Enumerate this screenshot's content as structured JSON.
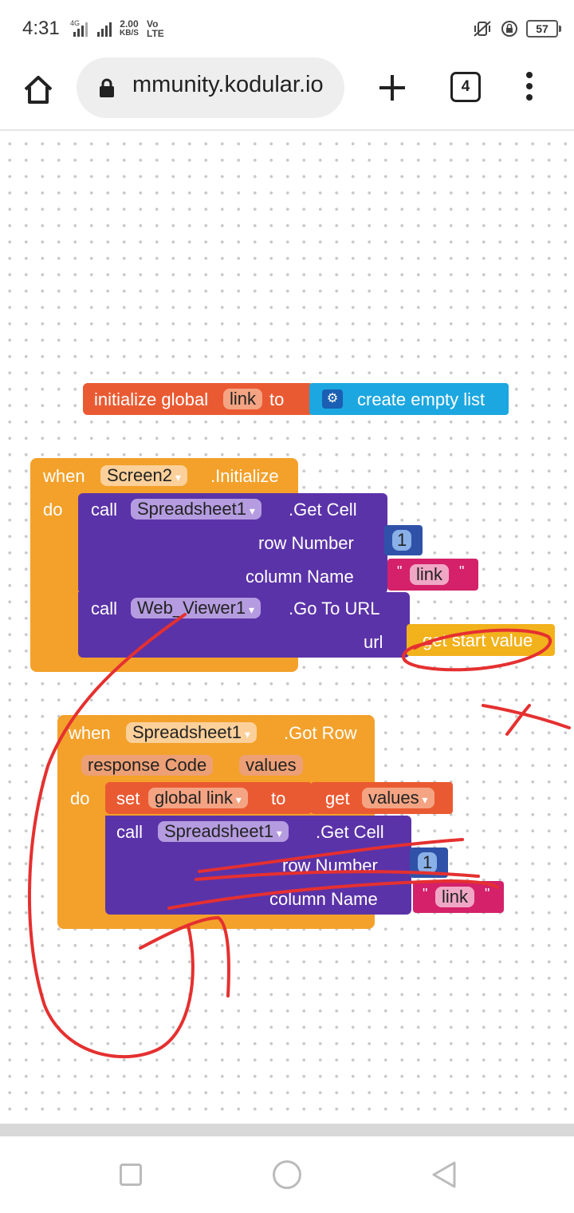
{
  "status_bar": {
    "time": "4:31",
    "network_type": "4G",
    "speed_value": "2.00",
    "speed_unit": "KB/S",
    "volte_line1": "Vo",
    "volte_line2": "LTE",
    "battery_level": "57"
  },
  "browser": {
    "url": "mmunity.kodular.io",
    "tab_count": "4"
  },
  "blocks": {
    "init_global": {
      "keyword": "initialize global",
      "var_name": "link",
      "to_label": "to",
      "value_label": "create empty list"
    },
    "screen_init": {
      "when_label": "when",
      "component": "Screen2",
      "event": ".Initialize",
      "do_label": "do",
      "get_cell": {
        "call_label": "call",
        "component": "Spreadsheet1",
        "method": ".Get Cell",
        "row_param": "row Number",
        "row_value": "1",
        "col_param": "column Name",
        "col_value": "link"
      },
      "go_to_url": {
        "call_label": "call",
        "component": "Web_Viewer1",
        "method": ".Go To URL",
        "url_param": "url",
        "url_value": "get start value"
      }
    },
    "got_row": {
      "when_label": "when",
      "component": "Spreadsheet1",
      "event": ".Got Row",
      "param1": "response Code",
      "param2": "values",
      "do_label": "do",
      "set_block": {
        "set_label": "set",
        "var_name": "global link",
        "to_label": "to",
        "get_label": "get",
        "get_var": "values"
      },
      "get_cell": {
        "call_label": "call",
        "component": "Spreadsheet1",
        "method": ".Get Cell",
        "row_param": "row Number",
        "row_value": "1",
        "col_param": "column Name",
        "col_value": "link"
      }
    }
  },
  "colors": {
    "event_orange": "#f3a12b",
    "variable_red": "#ea5a32",
    "component_purple": "#5b33a8",
    "list_blue": "#1ca7e0",
    "text_pink": "#d4216a",
    "annotation_red": "#e53030"
  }
}
